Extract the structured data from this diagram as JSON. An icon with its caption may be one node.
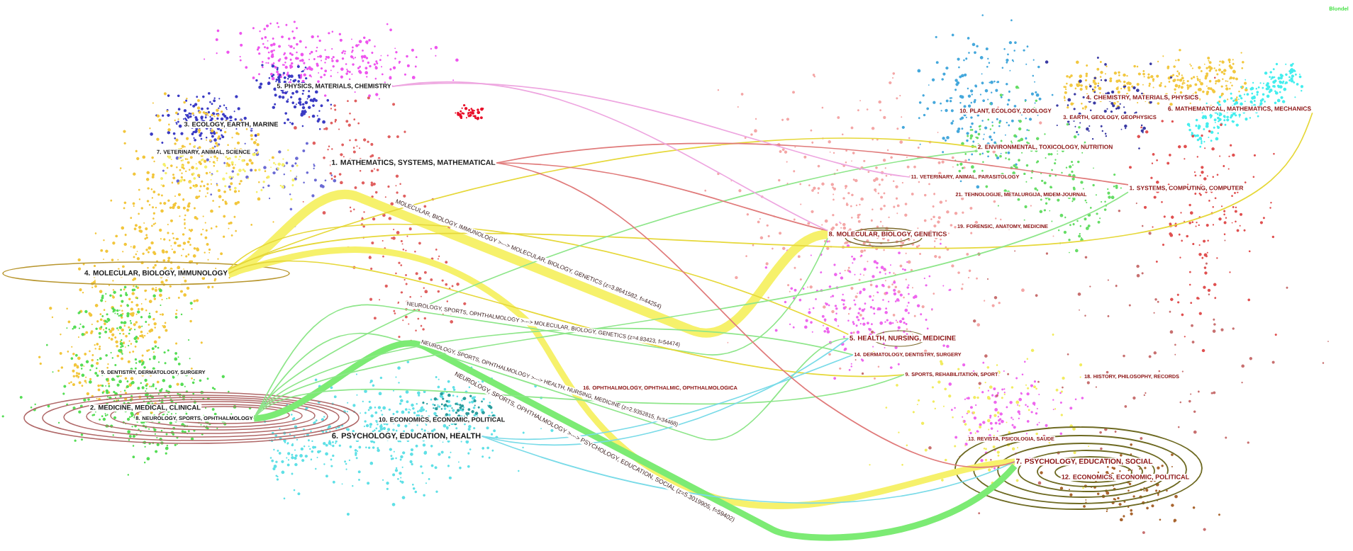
{
  "diagram": {
    "nodes": [
      {
        "text": [
          "5. PHYSICS, MATERIALS, CHEMISTRY"
        ]
      },
      {
        "text": [
          "3. ECOLOGY, EARTH, MARINE"
        ]
      },
      {
        "text": [
          "7. VETERINARY, ANIMAL, SCIENCE"
        ]
      },
      {
        "text": [
          "1. MATHEMATICS, SYSTEMS, MATHEMATICAL"
        ]
      },
      {
        "text": [
          "4. MOLECULAR, BIOLOGY, IMMUNOLOGY"
        ]
      },
      {
        "text": [
          "9. DENTISTRY, DERMATOLOGY, SURGERY"
        ]
      },
      {
        "text": [
          "2. MEDICINE, MEDICAL, CLINICAL"
        ]
      },
      {
        "text": [
          "8. NEUROLOGY, SPORTS, OPHTHALMOLOGY"
        ]
      },
      {
        "text": [
          "10. ECONOMICS, ECONOMIC, POLITICAL"
        ]
      },
      {
        "text": [
          "6. PSYCHOLOGY, EDUCATION, HEALTH"
        ]
      },
      {
        "text": [
          "4. CHEMISTRY, MATERIALS, PHYSICS"
        ]
      },
      {
        "text": [
          "6. MATHEMATICAL, MATHEMATICS, MECHANICS"
        ]
      },
      {
        "text": [
          "10. PLANT, ECOLOGY, ZOOLOGY"
        ]
      },
      {
        "text": [
          "3. EARTH, GEOLOGY, GEOPHYSICS"
        ]
      },
      {
        "text": [
          "2. ENVIRONMENTAL, TOXICOLOGY, NUTRITION"
        ]
      },
      {
        "text": [
          "11. VETERINARY, ANIMAL, PARASITOLOGY"
        ]
      },
      {
        "text": [
          "1. SYSTEMS, COMPUTING, COMPUTER"
        ]
      },
      {
        "text": [
          "21. TEHNOLOGIJE, METALURGIJA, MIDEM-JOURNAL"
        ]
      },
      {
        "text": [
          "19. FORENSIC, ANATOMY, MEDICINE"
        ]
      },
      {
        "text": [
          "8. MOLECULAR, BIOLOGY, GENETICS"
        ]
      },
      {
        "text": [
          "5. HEALTH, NURSING, MEDICINE"
        ]
      },
      {
        "text": [
          "14. DERMATOLOGY, DENTISTRY, SURGERY"
        ]
      },
      {
        "text": [
          "9. SPORTS, REHABILITATION, SPORT"
        ]
      },
      {
        "text": [
          "18. HISTORY, PHILOSOPHY, RECORDS"
        ]
      },
      {
        "text": [
          "16. OPHTHALMOLOGY, OPHTHALMIC, OPHTHALMOLOGICA"
        ]
      },
      {
        "text": [
          "13. REVISTA, PSICOLOGIA, SAUDE"
        ]
      },
      {
        "text": [
          "7. PSYCHOLOGY, EDUCATION, SOCIAL"
        ]
      },
      {
        "text": [
          "12. ECONOMICS, ECONOMIC, POLITICAL"
        ]
      }
    ],
    "edges": [
      {
        "from": 4,
        "to": 19,
        "arrow": "none",
        "label": "MOLECULAR, BIOLOGY, IMMUNOLOGY >---> MOLECULAR, BIOLOGY, GENETICS (z=3.8641582, f=44254)",
        "style": "thick",
        "color": "#f6f16b"
      },
      {
        "from": 4,
        "to": 26,
        "arrow": "none",
        "style": "thick",
        "color": "#f6f16b"
      },
      {
        "from": 7,
        "to": 19,
        "arrow": "none",
        "label": "NEUROLOGY, SPORTS, OPHTHALMOLOGY >---> MOLECULAR, BIOLOGY, GENETICS (z=4.83423, f=54474)",
        "color": "#8ee68a"
      },
      {
        "from": 7,
        "to": 20,
        "arrow": "none",
        "label": "NEUROLOGY, SPORTS, OPHTHALMOLOGY >---> HEALTH, NURSING, MEDICINE (z=2.9352815, f=34468)",
        "color": "#8ee68a"
      },
      {
        "from": 7,
        "to": 26,
        "arrow": "none",
        "label": "NEUROLOGY, SPORTS, OPHTHALMOLOGY >---> PSYCHOLOGY, EDUCATION, SOCIAL (z=5.3019905, f=59402)",
        "style": "thick",
        "color": "#7ceb74"
      },
      {
        "from": 4,
        "to": 20,
        "arrow": "none",
        "color": "#e6d83a"
      },
      {
        "from": 4,
        "to": 22,
        "arrow": "none",
        "color": "#e6d83a"
      },
      {
        "from": 4,
        "to": 14,
        "arrow": "none",
        "color": "#e6d83a"
      },
      {
        "from": 4,
        "to": 11,
        "arrow": "none",
        "color": "#e6d83a"
      },
      {
        "from": 7,
        "to": 14,
        "arrow": "none",
        "color": "#8ee68a"
      },
      {
        "from": 7,
        "to": 16,
        "arrow": "none",
        "color": "#8ee68a"
      },
      {
        "from": 7,
        "to": 21,
        "arrow": "none",
        "color": "#8ee68a"
      },
      {
        "from": 7,
        "to": 22,
        "arrow": "none",
        "color": "#8ee68a"
      },
      {
        "from": 9,
        "to": 20,
        "arrow": "none",
        "color": "#7adbe8"
      },
      {
        "from": 9,
        "to": 26,
        "arrow": "none",
        "color": "#7adbe8"
      },
      {
        "from": 9,
        "to": 21,
        "arrow": "none",
        "color": "#7adbe8"
      },
      {
        "from": 3,
        "to": 16,
        "arrow": "none",
        "color": "#e07a7a"
      },
      {
        "from": 3,
        "to": 19,
        "arrow": "none",
        "color": "#e07a7a"
      },
      {
        "from": 3,
        "to": 26,
        "arrow": "none",
        "color": "#e07a7a"
      },
      {
        "from": 0,
        "to": 19,
        "arrow": "none",
        "color": "#eea6e0"
      },
      {
        "from": 0,
        "to": 15,
        "arrow": "none",
        "color": "#eea6e0"
      }
    ],
    "labels": [
      "Blondel"
    ]
  }
}
